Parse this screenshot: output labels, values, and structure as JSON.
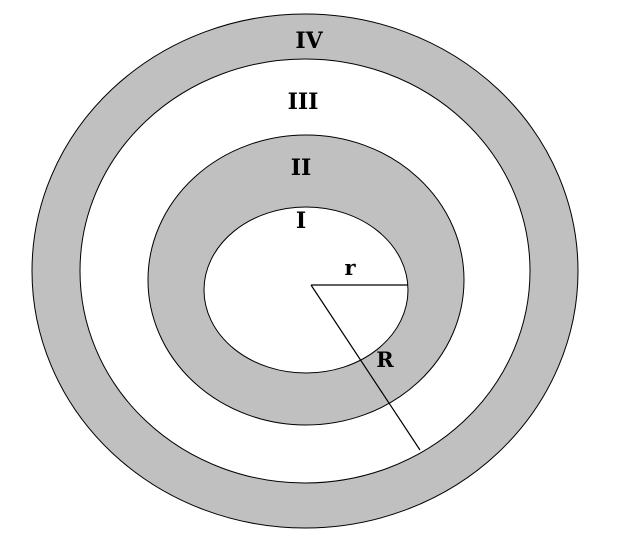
{
  "colors": {
    "ring_fill": "#c0c0c0",
    "gap_fill": "#ffffff",
    "outline": "#000000"
  },
  "regions": {
    "I": "I",
    "II": "II",
    "III": "III",
    "IV": "IV"
  },
  "radii": {
    "small": "r",
    "large": "R"
  }
}
